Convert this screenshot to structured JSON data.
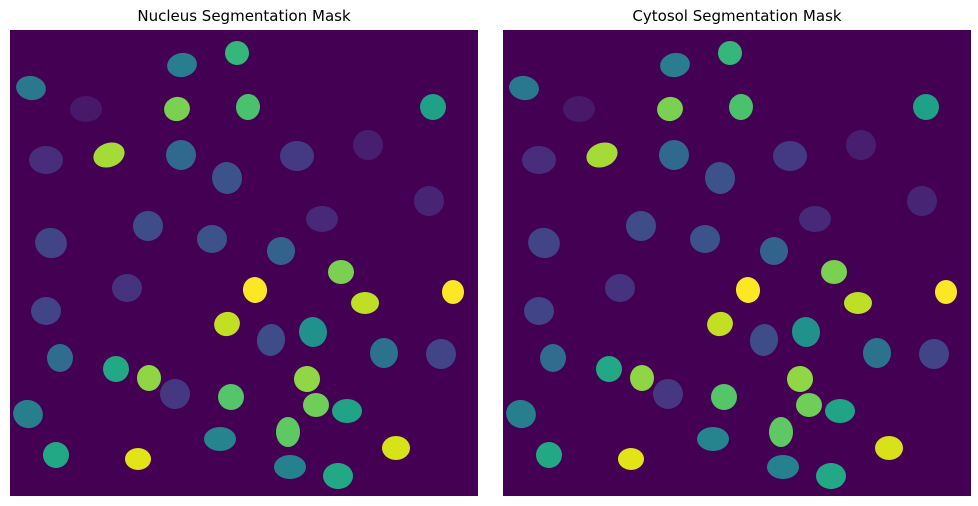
{
  "panels": [
    {
      "title": "Nucleus Segmentation Mask"
    },
    {
      "title": "Cytosol Segmentation Mask"
    }
  ],
  "colors": {
    "background": "#440154",
    "page": "#ffffff",
    "colormap": "viridis"
  }
}
